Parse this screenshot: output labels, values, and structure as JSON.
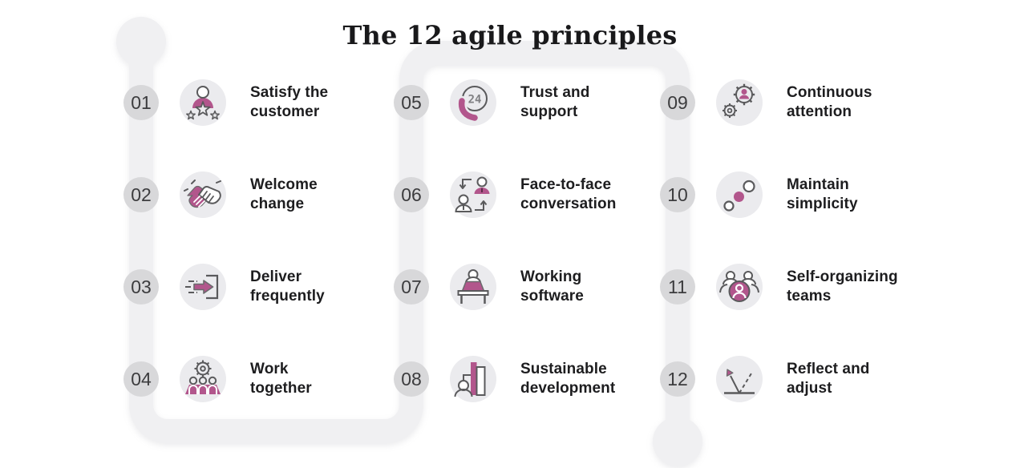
{
  "title": "The 12 agile principles",
  "colors": {
    "accent": "#b2568c",
    "path_band": "#f0f0f2",
    "number_circle": "#d8d8da",
    "icon_circle": "#ebebee",
    "outline": "#5a5a5c",
    "text": "#1d1d1f"
  },
  "items": [
    {
      "number": "01",
      "label": "Satisfy the\ncustomer",
      "icon": "customer-stars-icon"
    },
    {
      "number": "02",
      "label": "Welcome\nchange",
      "icon": "handshake-icon"
    },
    {
      "number": "03",
      "label": "Deliver\nfrequently",
      "icon": "fast-delivery-arrow-icon"
    },
    {
      "number": "04",
      "label": "Work\ntogether",
      "icon": "team-gear-icon"
    },
    {
      "number": "05",
      "label": "Trust and\nsupport",
      "icon": "phone-24h-icon"
    },
    {
      "number": "06",
      "label": "Face-to-face\nconversation",
      "icon": "people-exchange-icon"
    },
    {
      "number": "07",
      "label": "Working\nsoftware",
      "icon": "person-laptop-desk-icon"
    },
    {
      "number": "08",
      "label": "Sustainable\ndevelopment",
      "icon": "person-bar-chart-icon"
    },
    {
      "number": "09",
      "label": "Continuous\nattention",
      "icon": "person-gears-icon"
    },
    {
      "number": "10",
      "label": "Maintain\nsimplicity",
      "icon": "three-dots-icon"
    },
    {
      "number": "11",
      "label": "Self-organizing\nteams",
      "icon": "team-circle-icon"
    },
    {
      "number": "12",
      "label": "Reflect and\nadjust",
      "icon": "reflect-arrow-icon"
    }
  ],
  "icon_24_label": "24"
}
